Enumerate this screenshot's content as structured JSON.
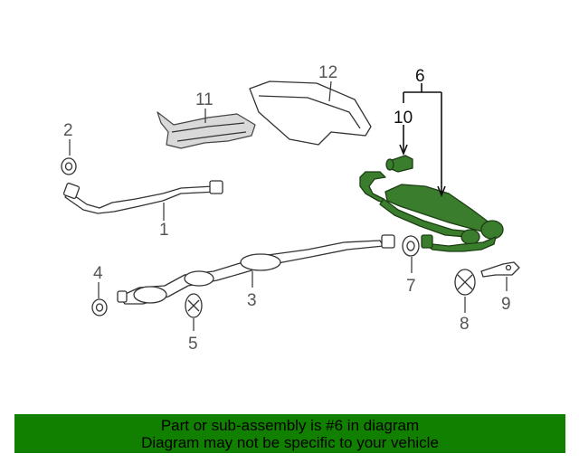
{
  "callouts": {
    "c1": "1",
    "c2": "2",
    "c3": "3",
    "c4": "4",
    "c5": "5",
    "c6": "6",
    "c7": "7",
    "c8": "8",
    "c9": "9",
    "c10": "10",
    "c11": "11",
    "c12": "12"
  },
  "banner": {
    "line1": "Part or sub-assembly is #6 in diagram",
    "line2": "Diagram may not be specific to your vehicle"
  },
  "colors": {
    "highlight_part": "#3a7d2c",
    "banner_background": "#118000",
    "outline": "#333333"
  }
}
